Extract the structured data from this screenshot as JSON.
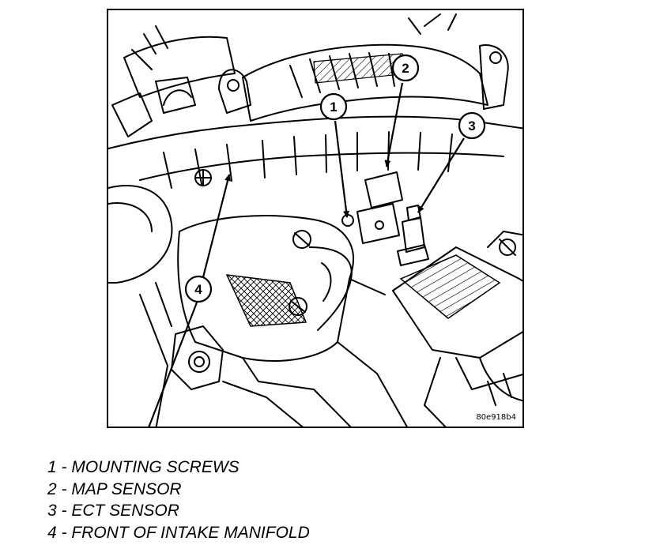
{
  "figure": {
    "code": "80e918b4",
    "callouts": [
      {
        "number": "1",
        "label": "MOUNTING SCREWS"
      },
      {
        "number": "2",
        "label": "MAP SENSOR"
      },
      {
        "number": "3",
        "label": "ECT SENSOR"
      },
      {
        "number": "4",
        "label": "FRONT OF INTAKE MANIFOLD"
      }
    ]
  },
  "legend": {
    "items": [
      "1 - MOUNTING SCREWS",
      "2 - MAP SENSOR",
      "3 - ECT SENSOR",
      "4 - FRONT OF INTAKE MANIFOLD"
    ]
  }
}
